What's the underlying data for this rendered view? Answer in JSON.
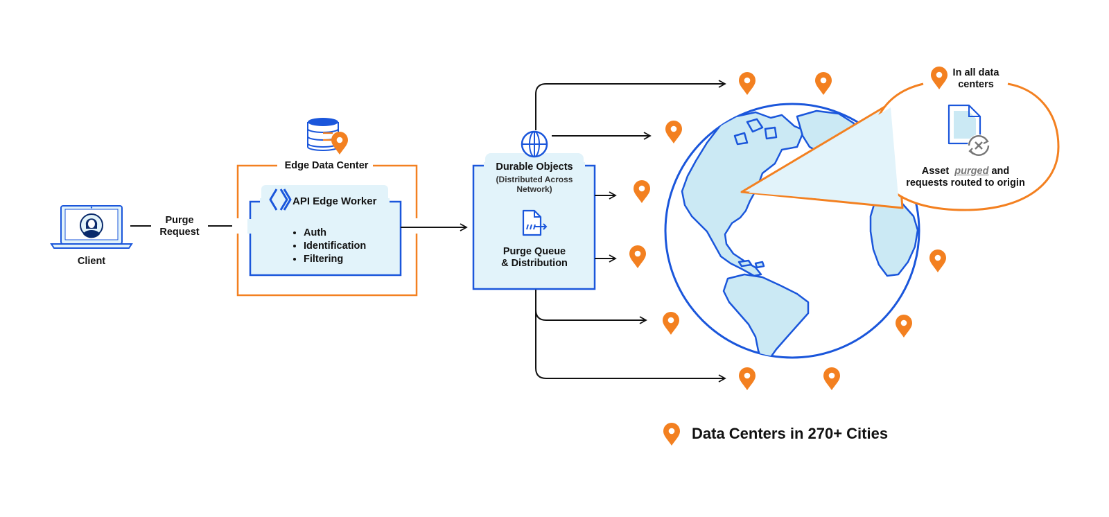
{
  "client": {
    "label": "Client"
  },
  "purge_request": {
    "line1": "Purge",
    "line2": "Request"
  },
  "edge_data_center": {
    "title": "Edge Data Center",
    "worker": {
      "title": "API Edge Worker",
      "items": [
        "Auth",
        "Identification",
        "Filtering"
      ]
    }
  },
  "durable_objects": {
    "title": "Durable Objects",
    "subtitle_line1": "(Distributed Across",
    "subtitle_line2": "Network)",
    "queue_line1": "Purge Queue",
    "queue_line2": "& Distribution"
  },
  "callout": {
    "header_line1": "In all data",
    "header_line2": "centers",
    "asset_word": "Asset",
    "purged_word": "purged",
    "and_word": "and",
    "line2": "requests routed to origin"
  },
  "legend": {
    "label": "Data Centers in 270+ Cities"
  },
  "colors": {
    "blue": "#1a56db",
    "orange": "#f38020",
    "light_blue": "#e2f3fa",
    "land": "#cbe9f4",
    "ink": "#111111"
  }
}
